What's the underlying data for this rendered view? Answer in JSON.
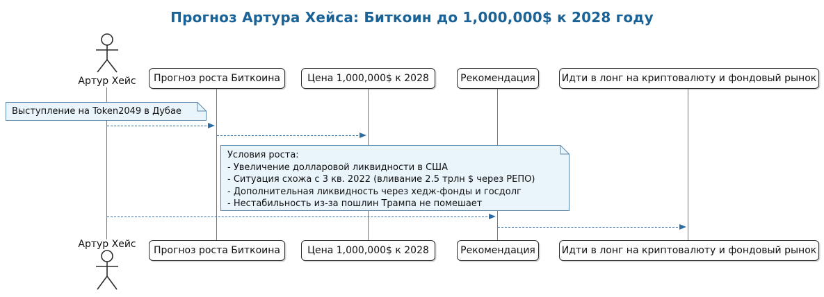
{
  "title": "Прогноз Артура Хейса: Биткоин до 1,000,000$ к 2028 году",
  "actor": {
    "name": "Артур Хейс"
  },
  "participants": [
    {
      "label": "Прогноз роста Биткоина"
    },
    {
      "label": "Цена 1,000,000$ к 2028"
    },
    {
      "label": "Рекомендация"
    },
    {
      "label": "Идти в лонг на криптовалюту и фондовый рынок"
    }
  ],
  "notes": [
    {
      "lines": [
        "Выступление на Token2049 в Дубае"
      ]
    },
    {
      "lines": [
        "Условия роста:",
        "- Увеличение долларовой ликвидности в США",
        "- Ситуация схожа с 3 кв. 2022 (вливание 2.5 трлн $ через РЕПО)",
        "- Дополнительная ликвидность через хедж-фонды и госдолг",
        "- Нестабильность из-за пошлин Трампа не помешает"
      ]
    }
  ],
  "messages": [
    {
      "from": "Артур Хейс",
      "to": "Прогноз роста Биткоина",
      "style": "dashed"
    },
    {
      "from": "Прогноз роста Биткоина",
      "to": "Цена 1,000,000$ к 2028",
      "style": "dashed"
    },
    {
      "from": "Артур Хейс",
      "to": "Рекомендация",
      "style": "dashed"
    },
    {
      "from": "Рекомендация",
      "to": "Идти в лонг на криптовалюту и фондовый рынок",
      "style": "dashed"
    }
  ],
  "colors": {
    "title": "#1b6397",
    "note_background": "#e9f4fb",
    "note_border": "#5b87ac",
    "arrow": "#2e6da4",
    "box_border": "#2b2b2b",
    "lifeline": "#757575"
  }
}
